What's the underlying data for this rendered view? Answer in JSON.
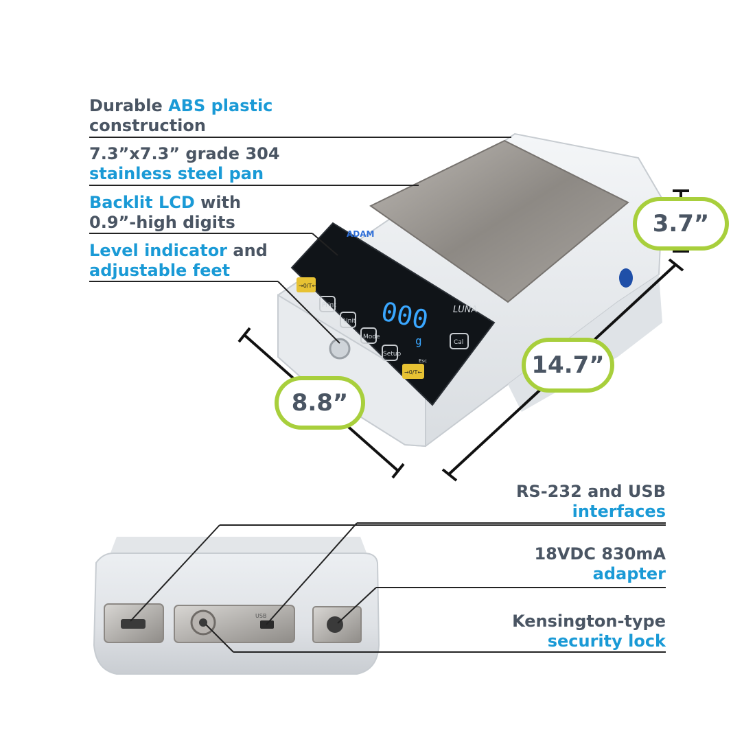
{
  "features_left": [
    {
      "parts": [
        {
          "text": "Durable ",
          "hl": false
        },
        {
          "text": "ABS plastic",
          "hl": true
        }
      ],
      "line2": [
        {
          "text": "construction",
          "hl": false
        }
      ]
    },
    {
      "parts": [
        {
          "text": "7.3”x7.3” grade 304",
          "hl": false
        }
      ],
      "line2": [
        {
          "text": "stainless steel pan",
          "hl": true
        }
      ]
    },
    {
      "parts": [
        {
          "text": "Backlit LCD",
          "hl": true
        },
        {
          "text": " with",
          "hl": false
        }
      ],
      "line2": [
        {
          "text": "0.9”-high digits",
          "hl": false
        }
      ]
    },
    {
      "parts": [
        {
          "text": "Level indicator",
          "hl": true
        },
        {
          "text": " and",
          "hl": false
        }
      ],
      "line2": [
        {
          "text": "adjustable feet",
          "hl": true
        }
      ]
    }
  ],
  "features_right": [
    {
      "line1": "RS-232 and USB",
      "line2": "interfaces"
    },
    {
      "line1": "18VDC 830mA",
      "line2": "adapter"
    },
    {
      "line1": "Kensington-type",
      "line2": "security lock"
    }
  ],
  "dimensions": {
    "height": "3.7”",
    "length": "14.7”",
    "width": "8.8”"
  },
  "device": {
    "brand": "ADAM",
    "model": "LUNA",
    "display_value": "000",
    "display_unit": "g",
    "keys": [
      "Print",
      "Unit",
      "Mode",
      "Setup",
      "Cal"
    ],
    "tare_key": "→0/T←",
    "esc_label": "Esc",
    "usb_label": "USB"
  },
  "colors": {
    "text": "#4a5563",
    "accent": "#1a9ad6",
    "badge": "#a8cf3c",
    "lcd": "#3aa7ff",
    "tare": "#e7c233"
  }
}
